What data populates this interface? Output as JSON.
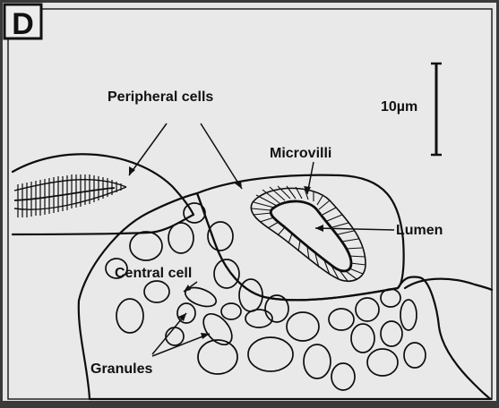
{
  "panel": {
    "letter": "D",
    "background": "#e6e6e6",
    "ink": "#111111"
  },
  "labels": {
    "peripheral_cells": "Peripheral cells",
    "microvilli": "Microvilli",
    "lumen": "Lumen",
    "central_cell": "Central cell",
    "granules": "Granules"
  },
  "scale_bar": {
    "label": "10µm",
    "length_um": 10
  }
}
